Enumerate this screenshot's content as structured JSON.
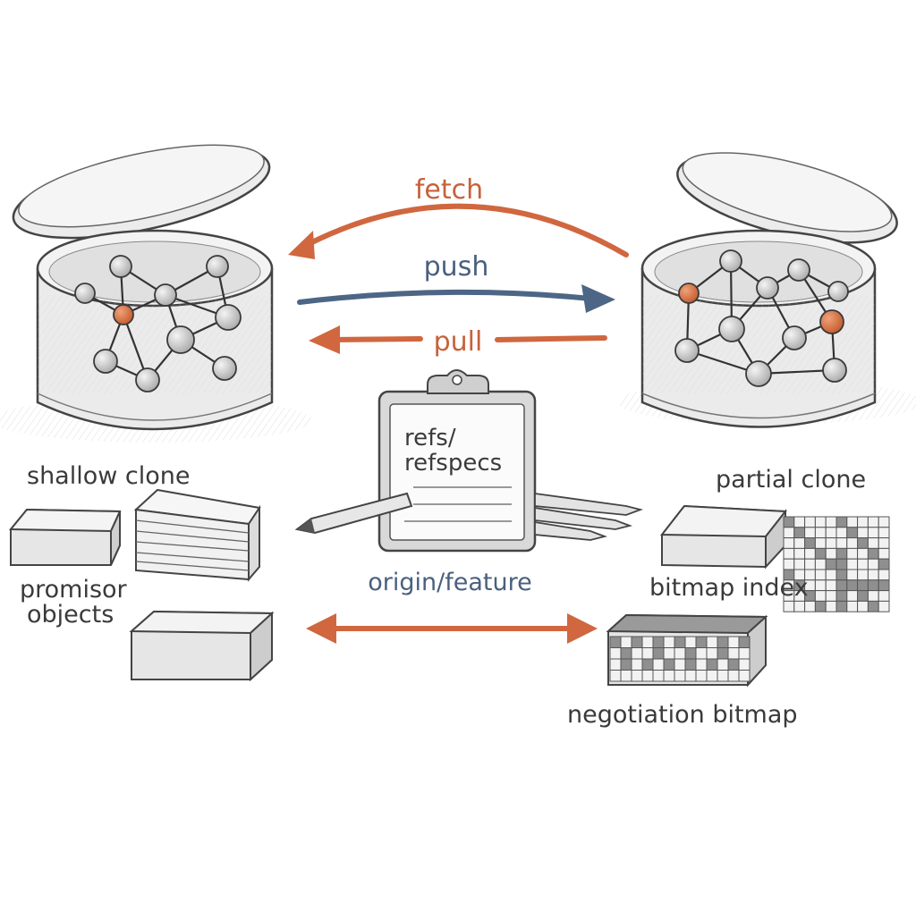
{
  "colors": {
    "orange": "#d0673f",
    "blue": "#4d6685",
    "pencil": "#555555",
    "node_gray": "#cfcfcf",
    "node_orange": "#d3733f"
  },
  "arrows": {
    "fetch": "fetch",
    "push": "push",
    "pull": "pull"
  },
  "labels": {
    "shallow_clone": "shallow clone",
    "partial_clone": "partial clone",
    "promisor_line1": "promisor",
    "promisor_line2": "objects",
    "origin_feature": "origin/feature",
    "bitmap_index": "bitmap index",
    "negotiation_bitmap": "negotiation bitmap"
  },
  "clipboard": {
    "line1": "refs/",
    "line2": "refspecs"
  }
}
